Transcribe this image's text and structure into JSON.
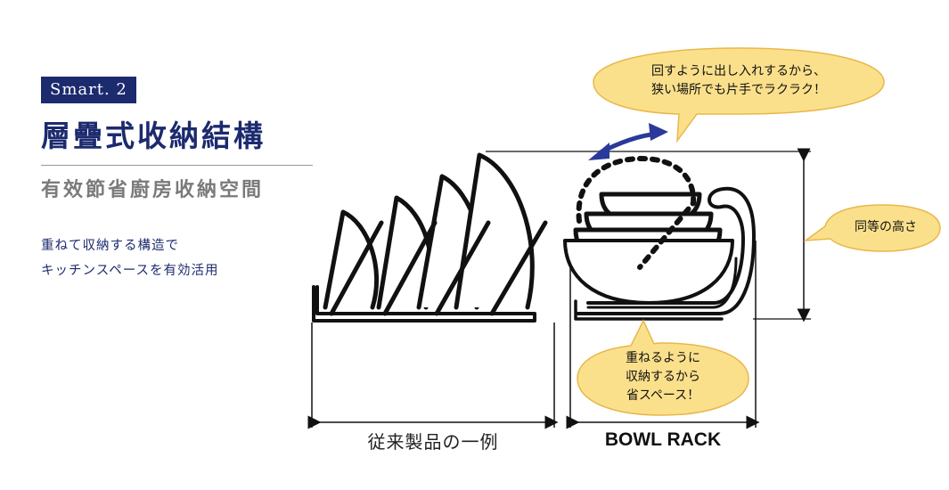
{
  "header": {
    "badge": "Smart. 2",
    "title": "層疊式收納結構",
    "subtitle": "有效節省廚房收納空間"
  },
  "description": {
    "line1": "重ねて収納する構造で",
    "line2": "キッチンスペースを有効活用"
  },
  "bubbles": {
    "rotate": {
      "line1": "回すように出し入れするから、",
      "line2": "狭い場所でも片手でラクラク！"
    },
    "height": {
      "line1": "同等の高さ"
    },
    "stack": {
      "line1": "重ねるように",
      "line2": "収納するから",
      "line3": "省スペース！"
    }
  },
  "captions": {
    "left": "従来製品の一例",
    "right": "BOWL RACK"
  },
  "colors": {
    "navy": "#1c2a6e",
    "bubble_fill": "#fbe08c",
    "bubble_stroke": "#e8b84a",
    "arrow_blue": "#2a3a9a",
    "gray_text": "#7a7a7a"
  }
}
